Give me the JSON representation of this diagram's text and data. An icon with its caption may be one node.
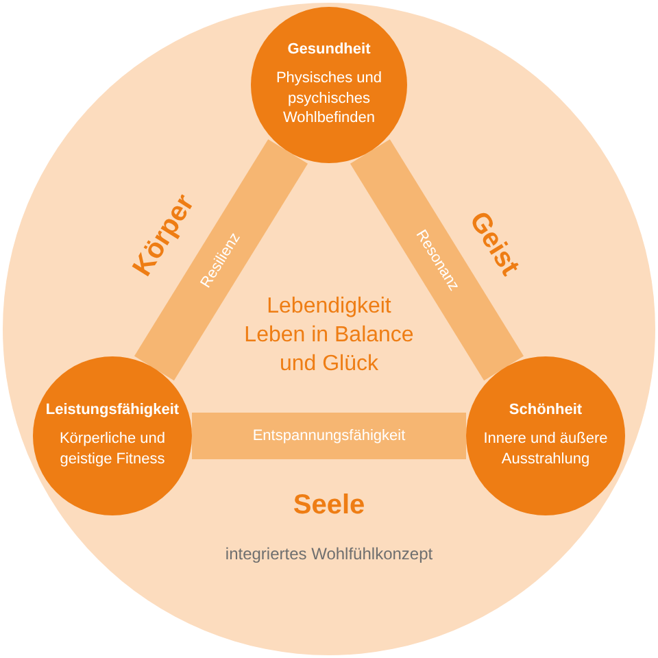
{
  "diagram": {
    "nodes": [
      {
        "text": [
          "Gesundheit",
          "Physisches und psychisches Wohlbefinden"
        ]
      },
      {
        "text": [
          "Leistungsfähigkeit",
          "Körperliche und geistige Fitness"
        ]
      },
      {
        "text": [
          "Schönheit",
          "Innere und äußere Ausstrahlung"
        ]
      }
    ],
    "edges": [
      {
        "from": 0,
        "to": 1,
        "arrow": "none",
        "label": "Resilienz"
      },
      {
        "from": 0,
        "to": 2,
        "arrow": "none",
        "label": "Resonanz"
      },
      {
        "from": 1,
        "to": 2,
        "arrow": "none",
        "label": "Entspannungsfähigkeit"
      }
    ],
    "labels": [
      "Körper",
      "Geist",
      "Lebendigkeit Leben in Balance und Glück",
      "Seele",
      "integriertes Wohlfühlkonzept"
    ]
  }
}
